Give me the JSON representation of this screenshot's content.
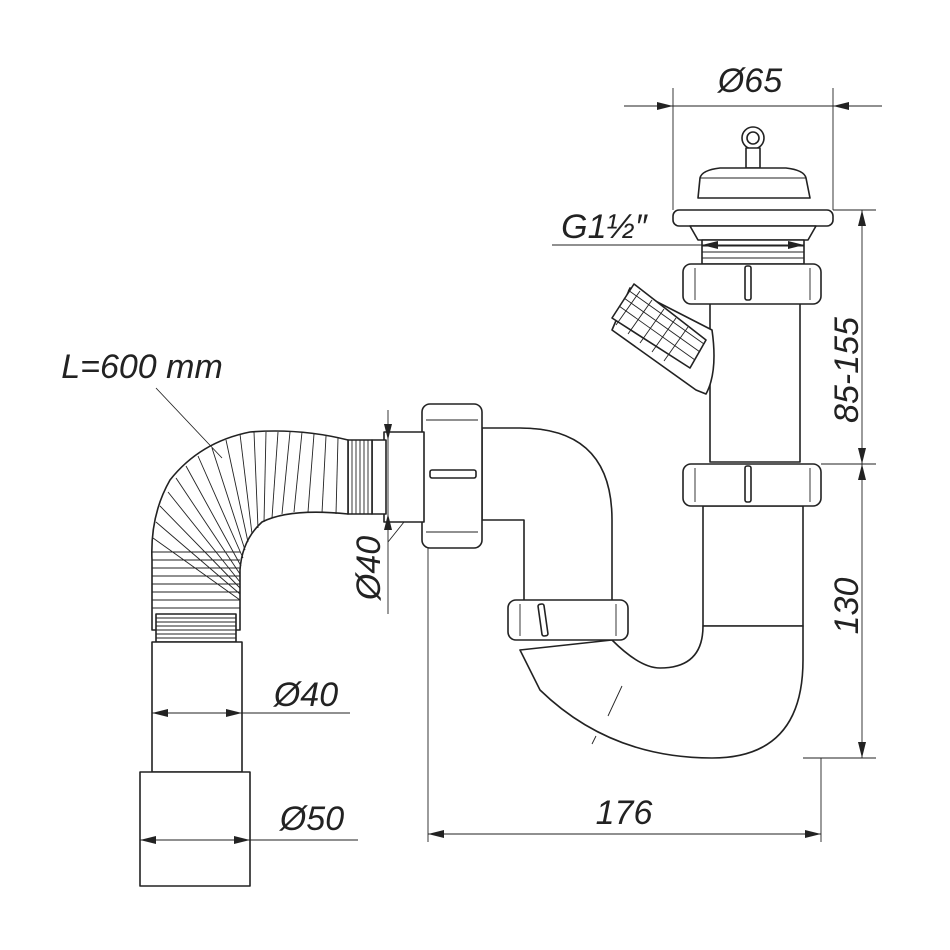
{
  "labels": {
    "top_diameter": "Ø65",
    "thread": "G1½″",
    "hose_length": "L=600 mm",
    "height_adjust": "85-155",
    "height_trap": "130",
    "inlet_diameter": "Ø40",
    "outlet_diameter_1": "Ø40",
    "outlet_diameter_2": "Ø50",
    "width": "176"
  },
  "colors": {
    "line": "#222222",
    "background": "#ffffff"
  }
}
